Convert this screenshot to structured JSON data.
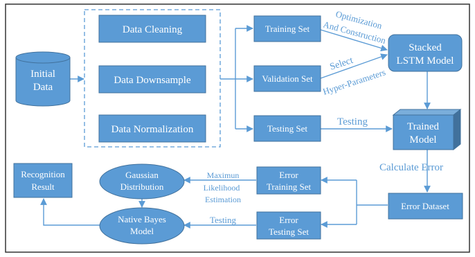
{
  "colors": {
    "fill": "#5b9bd5",
    "stroke": "#41719c",
    "line": "#5b9bd5",
    "text_on_fill": "#ffffff",
    "edge_text": "#5b9bd5",
    "frame": "#333333"
  },
  "nodes": {
    "initial_data": [
      "Initial",
      "Data"
    ],
    "data_cleaning": "Data Cleaning",
    "data_downsample": "Data Downsample",
    "data_normalization": "Data Normalization",
    "training_set": "Training Set",
    "validation_set": "Validation Set",
    "testing_set": "Testing Set",
    "stacked_lstm": [
      "Stacked",
      "LSTM Model"
    ],
    "trained_model": [
      "Trained",
      "Model"
    ],
    "error_dataset": "Error Dataset",
    "error_training_set": [
      "Error",
      "Training Set"
    ],
    "error_testing_set": [
      "Error",
      "Testing Set"
    ],
    "gaussian": [
      "Gaussian",
      "Distribution"
    ],
    "native_bayes": [
      "Native Bayes",
      "Model"
    ],
    "recognition_result": [
      "Recognition",
      "Result"
    ]
  },
  "edge_labels": {
    "optimization": "Optimization",
    "and_construction": "And Construction",
    "select": "Select",
    "hyper_parameters": "Hyper-Parameters",
    "testing_top": "Testing",
    "calculate_error": "Calculate Error",
    "mle": [
      "Maximun",
      "Likelihood",
      "Estimation"
    ],
    "testing_bottom": "Testing"
  }
}
